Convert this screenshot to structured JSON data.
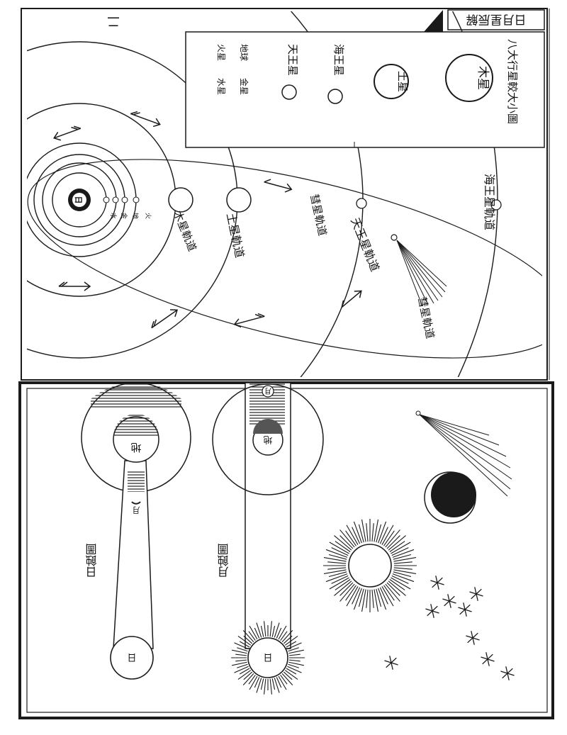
{
  "page": {
    "running_head": "日月星辰解",
    "folio": "二"
  },
  "solar_system": {
    "title": "八大行星較大小圖",
    "size_labels": [
      "木星",
      "土星",
      "海王星",
      "天王星",
      "地球",
      "金星",
      "火星",
      "水星"
    ],
    "sun": "日",
    "orbit_labels": [
      "海王星軌道",
      "天王星軌道",
      "土星軌道",
      "木星軌道",
      "彗星軌道",
      "彗星軌道"
    ],
    "inner_labels": [
      "火",
      "地",
      "金",
      "水"
    ]
  },
  "eclipses": {
    "lunar_title": "月蝕圖",
    "solar_title": "日蝕圖",
    "sun": "日",
    "earth": "地",
    "moon": "月"
  },
  "colors": {
    "ink": "#1a1a1a",
    "paper": "#ffffff"
  }
}
